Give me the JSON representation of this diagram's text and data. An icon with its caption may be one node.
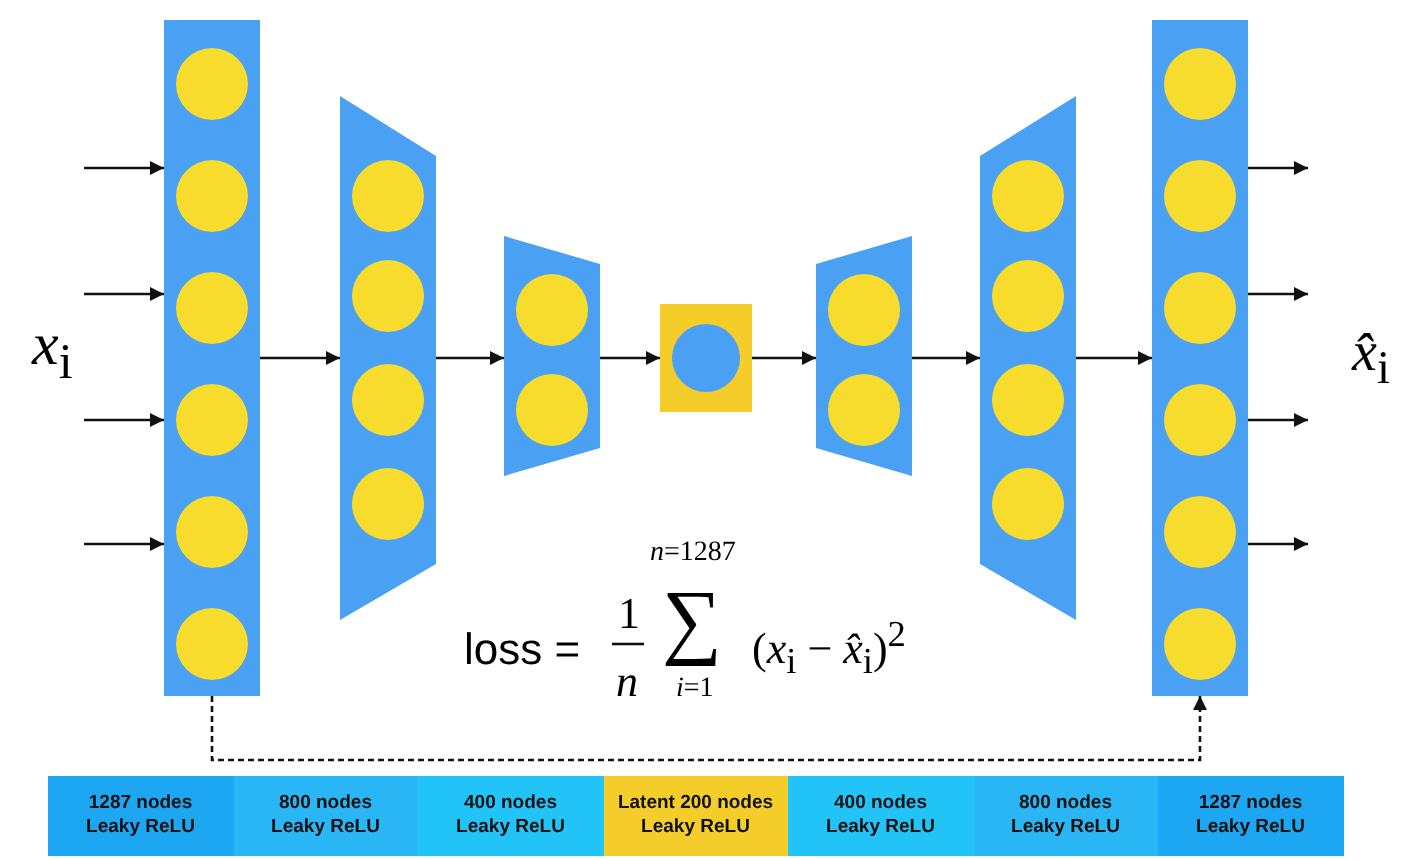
{
  "diagram": {
    "nodes": [
      {
        "text": [],
        "shape": "box"
      },
      {
        "text": [],
        "shape": "circle",
        "in": 0
      },
      {
        "text": [],
        "shape": "circle",
        "in": 0
      },
      {
        "text": [],
        "shape": "circle",
        "in": 0
      },
      {
        "text": [],
        "shape": "circle",
        "in": 0
      },
      {
        "text": [],
        "shape": "circle",
        "in": 0
      },
      {
        "text": [],
        "shape": "circle",
        "in": 0
      },
      {
        "text": [],
        "shape": "trapezoid"
      },
      {
        "text": [],
        "shape": "circle",
        "in": 7
      },
      {
        "text": [],
        "shape": "circle",
        "in": 7
      },
      {
        "text": [],
        "shape": "circle",
        "in": 7
      },
      {
        "text": [],
        "shape": "circle",
        "in": 7
      },
      {
        "text": [],
        "shape": "trapezoid"
      },
      {
        "text": [],
        "shape": "circle",
        "in": 12
      },
      {
        "text": [],
        "shape": "circle",
        "in": 12
      },
      {
        "text": [],
        "shape": "box"
      },
      {
        "text": [],
        "shape": "circle",
        "in": 15
      },
      {
        "text": [],
        "shape": "trapezoid"
      },
      {
        "text": [],
        "shape": "circle",
        "in": 17
      },
      {
        "text": [],
        "shape": "circle",
        "in": 17
      },
      {
        "text": [],
        "shape": "trapezoid"
      },
      {
        "text": [],
        "shape": "circle",
        "in": 20
      },
      {
        "text": [],
        "shape": "circle",
        "in": 20
      },
      {
        "text": [],
        "shape": "circle",
        "in": 20
      },
      {
        "text": [],
        "shape": "circle",
        "in": 20
      },
      {
        "text": [],
        "shape": "box"
      },
      {
        "text": [],
        "shape": "circle",
        "in": 25
      },
      {
        "text": [],
        "shape": "circle",
        "in": 25
      },
      {
        "text": [],
        "shape": "circle",
        "in": 25
      },
      {
        "text": [],
        "shape": "circle",
        "in": 25
      },
      {
        "text": [],
        "shape": "circle",
        "in": 25
      },
      {
        "text": [],
        "shape": "circle",
        "in": 25
      }
    ],
    "edges": [
      {
        "from": null,
        "to": 0,
        "arrow": "to"
      },
      {
        "from": null,
        "to": 0,
        "arrow": "to"
      },
      {
        "from": null,
        "to": 0,
        "arrow": "to"
      },
      {
        "from": null,
        "to": 0,
        "arrow": "to"
      },
      {
        "from": 0,
        "to": 7,
        "arrow": "to"
      },
      {
        "from": 7,
        "to": 12,
        "arrow": "to"
      },
      {
        "from": 12,
        "to": 15,
        "arrow": "to"
      },
      {
        "from": 15,
        "to": 17,
        "arrow": "to"
      },
      {
        "from": 17,
        "to": 20,
        "arrow": "to"
      },
      {
        "from": 20,
        "to": 25,
        "arrow": "to"
      },
      {
        "from": 25,
        "to": null,
        "arrow": "to"
      },
      {
        "from": 25,
        "to": null,
        "arrow": "to"
      },
      {
        "from": 25,
        "to": null,
        "arrow": "to"
      },
      {
        "from": 25,
        "to": null,
        "arrow": "to"
      },
      {
        "from": 0,
        "to": 25,
        "arrow": "to",
        "style": "dashed"
      }
    ],
    "labels": [
      "*x*$_{i}$",
      "*x̂*$_{i}$",
      "loss =",
      "1",
      "*n*",
      "*n*=1287",
      "∑",
      "*i*=1",
      "(*x*$_{i}$ − *x̂*$_{i}$)$^{2}$",
      "1287 nodes Leaky ReLU",
      "800 nodes Leaky ReLU",
      "400 nodes Leaky ReLU",
      "Latent 200 nodes Leaky ReLU",
      "400 nodes Leaky ReLU",
      "800 nodes Leaky ReLU",
      "1287 nodes Leaky ReLU"
    ]
  }
}
